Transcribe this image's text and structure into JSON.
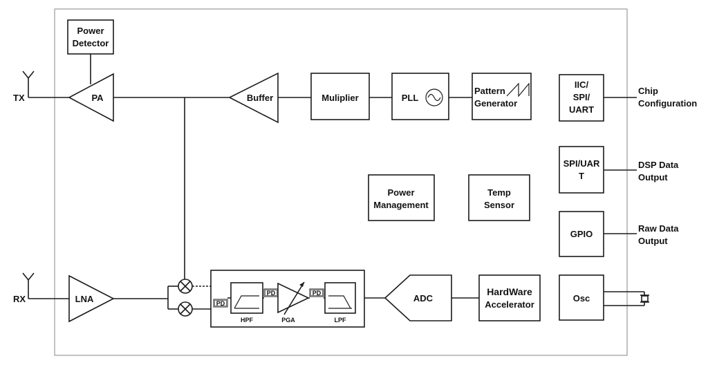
{
  "blocks": {
    "power_detector": [
      "Power",
      "Detector"
    ],
    "pa": "PA",
    "lna": "LNA",
    "buffer": "Buffer",
    "multiplier": "Muliplier",
    "pll": "PLL",
    "pattern_generator": [
      "Pattern",
      "Generator"
    ],
    "iic_spi_uart": [
      "IIC/",
      "SPI/",
      "UART"
    ],
    "spi_uart": [
      "SPI/UAR",
      "T"
    ],
    "gpio": "GPIO",
    "osc": "Osc",
    "power_management": [
      "Power",
      "Management"
    ],
    "temp_sensor": [
      "Temp",
      "Sensor"
    ],
    "adc": "ADC",
    "hardware_accelerator": [
      "HardWare",
      "Accelerator"
    ],
    "hpf": "HPF",
    "pga": "PGA",
    "lpf": "LPF",
    "pd": "PD"
  },
  "ports": {
    "tx": "TX",
    "rx": "RX",
    "chip_configuration": [
      "Chip",
      "Configuration"
    ],
    "dsp_data_output": [
      "DSP Data",
      "Output"
    ],
    "raw_data_output": [
      "Raw Data",
      "Output"
    ]
  }
}
